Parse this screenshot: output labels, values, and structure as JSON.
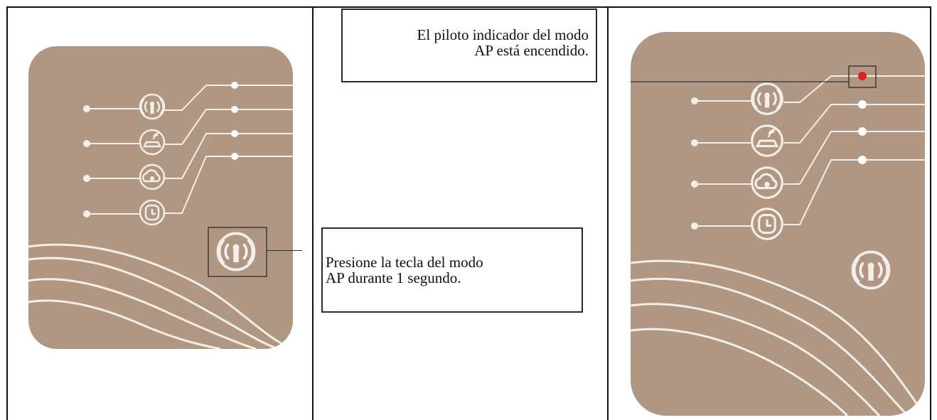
{
  "callouts": {
    "indicator_text_line1": "El piloto indicador del modo",
    "indicator_text_line2": "AP está encendido.",
    "press_text_line1": "Presione la tecla del modo",
    "press_text_line2": "AP durante 1 segundo."
  },
  "panels": {
    "left": {
      "icons": [
        "ap-mode-icon",
        "router-icon",
        "cloud-icon",
        "timer-icon"
      ],
      "button_icon": "ap-mode-button-icon",
      "indicator_lit": false
    },
    "right": {
      "icons": [
        "ap-mode-icon",
        "router-icon",
        "cloud-icon",
        "timer-icon"
      ],
      "button_icon": "ap-mode-button-icon",
      "indicator_lit": true,
      "indicator_color": "#e02020"
    }
  },
  "colors": {
    "panel_fill": "#b09784",
    "line": "#f4eee8",
    "frame": "#1f2f2b"
  }
}
